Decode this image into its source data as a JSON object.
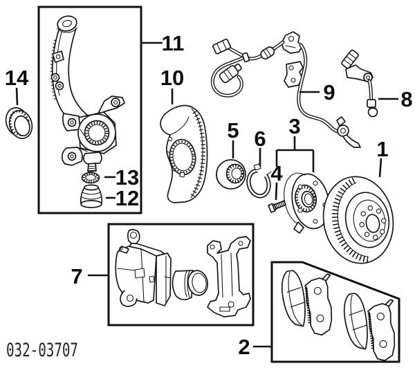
{
  "diagram": {
    "code": "032-03707",
    "callouts": [
      {
        "num": "1"
      },
      {
        "num": "2"
      },
      {
        "num": "3"
      },
      {
        "num": "4"
      },
      {
        "num": "5"
      },
      {
        "num": "6"
      },
      {
        "num": "7"
      },
      {
        "num": "8"
      },
      {
        "num": "9"
      },
      {
        "num": "10"
      },
      {
        "num": "11"
      },
      {
        "num": "12"
      },
      {
        "num": "13"
      },
      {
        "num": "14"
      }
    ]
  }
}
